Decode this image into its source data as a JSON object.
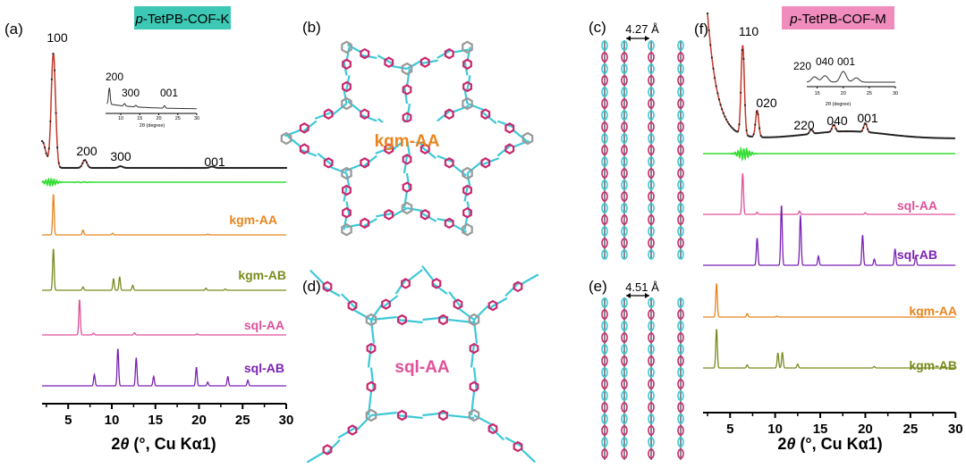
{
  "panels": {
    "a": "(a)",
    "b": "(b)",
    "c": "(c)",
    "d": "(d)",
    "e": "(e)",
    "f": "(f)"
  },
  "structures": {
    "b_label": "kgm-AA",
    "d_label": "sql-AA",
    "c_spacing": "4.27 Å",
    "e_spacing": "4.51 Å"
  },
  "colors": {
    "title_left_bg": "#3cc8b4",
    "title_right_bg": "#f08cbe",
    "experimental_dots": "#c0392b",
    "difference": "#33dd33",
    "kgm_AA": "#e8841e",
    "kgm_AB": "#7a8a1e",
    "sql_AA": "#e0509a",
    "sql_AB": "#7a22b4",
    "linker_cyan": "#3cc8d8",
    "linker_magenta": "#c8286e",
    "node_gray": "#999999"
  },
  "chart_data": [
    {
      "type": "line",
      "title_prefix": "p",
      "title": "-TetPB-COF-K",
      "xlabel_prefix": "2",
      "xlabel_theta": "θ",
      "xlabel": " (°, Cu Kα1)",
      "xlim": [
        2,
        30
      ],
      "xticks": [
        "5",
        "10",
        "15",
        "20",
        "25",
        "30"
      ],
      "peak_labels": [
        "100",
        "200",
        "300",
        "001"
      ],
      "inset": {
        "peak_labels": [
          "200",
          "300",
          "001"
        ],
        "xticks": [
          "10",
          "15",
          "20",
          "25",
          "30"
        ],
        "xlabel": "2θ (degree)"
      },
      "series": [
        {
          "name": "experimental",
          "peaks": [
            [
              3.3,
              1.0
            ],
            [
              6.9,
              0.07
            ],
            [
              11.0,
              0.015
            ],
            [
              21.5,
              0.012
            ]
          ]
        },
        {
          "name": "difference",
          "peaks": []
        },
        {
          "name": "kgm-AA",
          "peaks": [
            [
              3.3,
              1.0
            ],
            [
              6.7,
              0.12
            ],
            [
              10.1,
              0.04
            ],
            [
              21.0,
              0.02
            ]
          ]
        },
        {
          "name": "kgm-AB",
          "peaks": [
            [
              3.3,
              1.0
            ],
            [
              6.7,
              0.08
            ],
            [
              10.2,
              0.28
            ],
            [
              10.9,
              0.32
            ],
            [
              12.4,
              0.12
            ],
            [
              20.8,
              0.05
            ],
            [
              23.0,
              0.03
            ]
          ]
        },
        {
          "name": "sql-AA",
          "peaks": [
            [
              6.3,
              1.0
            ],
            [
              7.9,
              0.05
            ],
            [
              12.6,
              0.06
            ],
            [
              19.8,
              0.03
            ]
          ]
        },
        {
          "name": "sql-AB",
          "peaks": [
            [
              8.0,
              0.3
            ],
            [
              10.7,
              1.0
            ],
            [
              12.8,
              0.75
            ],
            [
              14.8,
              0.25
            ],
            [
              19.7,
              0.5
            ],
            [
              21.0,
              0.1
            ],
            [
              23.3,
              0.25
            ],
            [
              25.6,
              0.15
            ]
          ]
        }
      ]
    },
    {
      "type": "line",
      "title_prefix": "p",
      "title": "-TetPB-COF-M",
      "xlabel_prefix": "2",
      "xlabel_theta": "θ",
      "xlabel": " (°, Cu Kα1)",
      "xlim": [
        2,
        30
      ],
      "xticks": [
        "5",
        "10",
        "15",
        "20",
        "25",
        "30"
      ],
      "peak_labels": [
        "110",
        "020",
        "220",
        "040",
        "001"
      ],
      "inset": {
        "peak_labels": [
          "220",
          "040",
          "001"
        ],
        "xticks": [
          "15",
          "20",
          "25",
          "30"
        ],
        "xlabel": "2θ (degree)"
      },
      "series": [
        {
          "name": "experimental",
          "peaks": [
            [
              6.4,
              1.0
            ],
            [
              8.0,
              0.3
            ],
            [
              14.0,
              0.05
            ],
            [
              16.5,
              0.08
            ],
            [
              20.0,
              0.1
            ]
          ]
        },
        {
          "name": "difference",
          "peaks": []
        },
        {
          "name": "sql-AA",
          "peaks": [
            [
              6.4,
              1.0
            ],
            [
              8.0,
              0.05
            ],
            [
              12.7,
              0.08
            ],
            [
              20.0,
              0.04
            ]
          ]
        },
        {
          "name": "sql-AB",
          "peaks": [
            [
              8.0,
              0.45
            ],
            [
              10.7,
              1.0
            ],
            [
              12.8,
              0.82
            ],
            [
              14.8,
              0.15
            ],
            [
              19.7,
              0.5
            ],
            [
              21.0,
              0.1
            ],
            [
              23.3,
              0.27
            ],
            [
              25.6,
              0.15
            ]
          ]
        },
        {
          "name": "kgm-AA",
          "peaks": [
            [
              3.5,
              1.0
            ],
            [
              6.9,
              0.1
            ],
            [
              10.2,
              0.03
            ]
          ]
        },
        {
          "name": "kgm-AB",
          "peaks": [
            [
              3.5,
              1.0
            ],
            [
              6.9,
              0.08
            ],
            [
              10.3,
              0.38
            ],
            [
              10.8,
              0.4
            ],
            [
              12.5,
              0.1
            ],
            [
              21.0,
              0.04
            ]
          ]
        }
      ]
    }
  ]
}
